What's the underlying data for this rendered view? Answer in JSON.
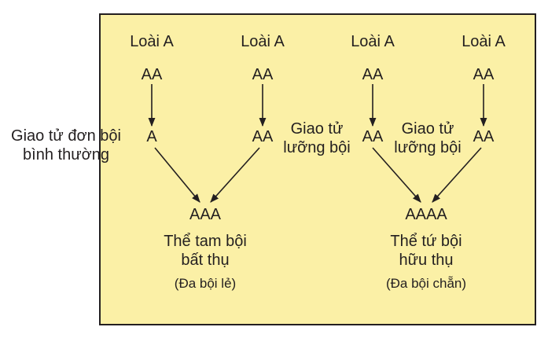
{
  "diagram": {
    "species_labels": [
      "Loài A",
      "Loài A",
      "Loài A",
      "Loài A"
    ],
    "parent_genotypes": [
      "AA",
      "AA",
      "AA",
      "AA"
    ],
    "gametes": [
      "A",
      "AA",
      "AA",
      "AA"
    ],
    "label_normal_gamete": [
      "Giao tử đơn bội",
      "bình thường"
    ],
    "label_diploid_gamete_1": [
      "Giao tử",
      "lưỡng bội"
    ],
    "label_diploid_gamete_2": [
      "Giao tử",
      "lưỡng bội"
    ],
    "left_result": {
      "genotype": "AAA",
      "name_lines": [
        "Thể tam bội",
        "bất thụ"
      ],
      "note": "(Đa bội lẻ)"
    },
    "right_result": {
      "genotype": "AAAA",
      "name_lines": [
        "Thể tứ bội",
        "hữu thụ"
      ],
      "note": "(Đa bội chẵn)"
    },
    "colors": {
      "panel_fill": "#fbf0a6",
      "ink": "#231f20"
    }
  }
}
